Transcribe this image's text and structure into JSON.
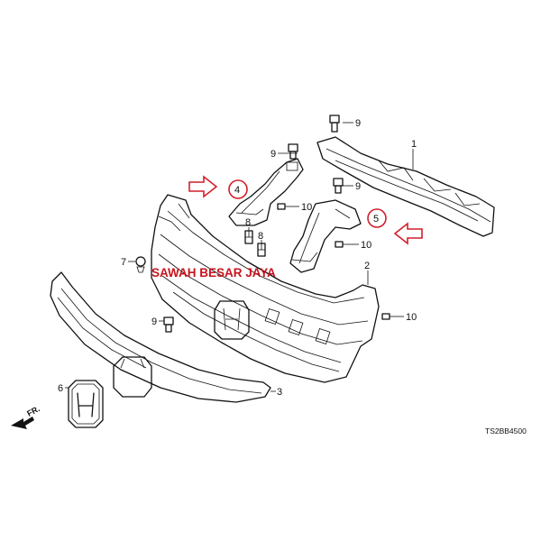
{
  "callouts": {
    "c1": "1",
    "c2": "2",
    "c3": "3",
    "c4": "4",
    "c5": "5",
    "c6": "6",
    "c7": "7",
    "c8a": "8",
    "c8b": "8",
    "c9a": "9",
    "c9b": "9",
    "c9c": "9",
    "c9d": "9",
    "c10a": "10",
    "c10b": "10",
    "c10c": "10"
  },
  "watermark": "SAWAH BESAR JAYA",
  "diagram_code": "TS2BB4500",
  "front_marker": "FR.",
  "highlight_color": "#d21f2a"
}
